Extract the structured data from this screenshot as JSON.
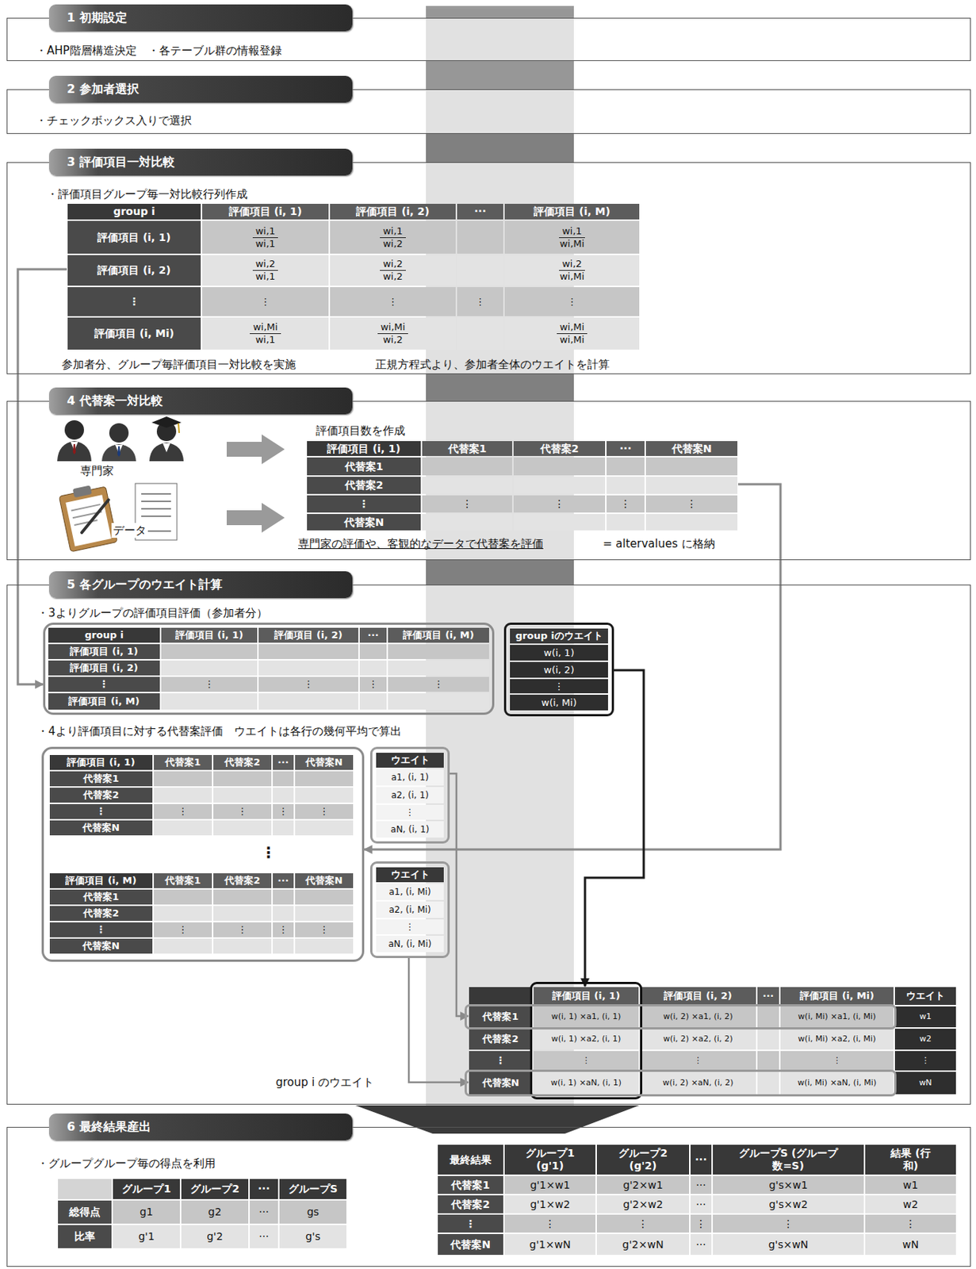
{
  "diagram": {
    "nodes": [
      {
        "text": [
          "1 初期設定",
          "・AHP階層構造決定",
          "・各テーブル群の情報登録"
        ]
      },
      {
        "text": [
          "2 参加者選択",
          "・チェックボックス入りで選択"
        ]
      },
      {
        "text": [
          "3 評価項目一対比較",
          "・評価項目グループ毎一対比較行列作成",
          "参加者分、グループ毎評価項目一対比較を実施",
          "正規方程式より、参加者全体のウエイトを計算"
        ]
      },
      {
        "text": [
          "group i",
          "評価項目 (i, 1)",
          "評価項目 (i, 2)",
          "···",
          "評価項目 (i, M)",
          "評価項目 (i, 1)",
          "wi,1",
          "wi,1",
          "wi,1",
          "wi,2",
          "wi,1",
          "wi,Mi",
          "評価項目 (i, 2)",
          "wi,2",
          "wi,1",
          "wi,2",
          "wi,2",
          "wi,2",
          "wi,Mi",
          "⋮",
          "⋮",
          "⋮",
          "⋮",
          "⋮",
          "評価項目 (i, Mi)",
          "wi,Mi",
          "wi,1",
          "wi,Mi",
          "wi,2",
          "wi,Mi",
          "wi,Mi"
        ],
        "in": 2
      },
      {
        "text": [
          "4 代替案一対比較",
          "評価項目数を作成",
          "専門家の評価や、客観的なデータで代替案を評価",
          "= altervalues に格納"
        ]
      },
      {
        "text": [
          "評価項目 (i, 1)",
          "代替案1",
          "代替案2",
          "···",
          "代替案N",
          "代替案1",
          "代替案2",
          "⋮",
          "⋮",
          "⋮",
          "⋮",
          "⋮",
          "代替案N"
        ],
        "in": 4
      },
      {
        "text": [
          "5 各グループのウエイト計算",
          "・3よりグループの評価項目評価（参加者分）",
          "・4より評価項目に対する代替案評価　ウエイトは各行の幾何平均で算出",
          "group i のウエイト"
        ]
      },
      {
        "text": [
          "group i",
          "評価項目 (i, 1)",
          "評価項目 (i, 2)",
          "···",
          "評価項目 (i, M)",
          "評価項目 (i, 1)",
          "評価項目 (i, 2)",
          "⋮",
          "⋮",
          "⋮",
          "⋮",
          "⋮",
          "評価項目 (i, M)"
        ],
        "in": 6
      },
      {
        "text": [
          "group iのウエイト",
          "w(i, 1)",
          "w(i, 2)",
          "⋮",
          "w(i, Mi)"
        ],
        "in": 6
      },
      {
        "text": [
          "⋮"
        ],
        "in": 6
      },
      {
        "text": [
          "評価項目 (i, 1)",
          "代替案1",
          "代替案2",
          "···",
          "代替案N",
          "代替案1",
          "代替案2",
          "⋮",
          "⋮",
          "⋮",
          "⋮",
          "⋮",
          "代替案N"
        ],
        "in": 9
      },
      {
        "text": [
          "ウエイト",
          "a1, (i, 1)",
          "a2, (i, 1)",
          "⋮",
          "aN, (i, 1)"
        ],
        "in": 6
      },
      {
        "text": [
          "評価項目 (i, M)",
          "代替案1",
          "代替案2",
          "···",
          "代替案N",
          "代替案1",
          "代替案2",
          "⋮",
          "⋮",
          "⋮",
          "⋮",
          "⋮",
          "代替案N"
        ],
        "in": 9
      },
      {
        "text": [
          "ウエイト",
          "a1, (i, Mi)",
          "a2, (i, Mi)",
          "⋮",
          "aN, (i, Mi)"
        ],
        "in": 6
      },
      {
        "text": [
          "評価項目 (i, 1)",
          "評価項目 (i, 2)",
          "···",
          "評価項目 (i, Mi)",
          "ウエイト",
          "代替案1",
          "w(i, 1) ×a1, (i, 1)",
          "w(i, 2) ×a1, (i, 2)",
          "w(i, Mi) ×a1, (i, Mi)",
          "w1",
          "代替案2",
          "w(i, 1) ×a2, (i, 1)",
          "w(i, 2) ×a2, (i, 2)",
          "w(i, Mi) ×a2, (i, Mi)",
          "w2",
          "⋮",
          "⋮",
          "⋮",
          "⋮",
          "⋮",
          "代替案N",
          "w(i, 1) ×aN, (i, 1)",
          "w(i, 2) ×aN, (i, 2)",
          "w(i, Mi) ×aN, (i, Mi)",
          "wN"
        ],
        "in": 6
      },
      {
        "text": [
          "6 最終結果産出",
          "・グループグループ毎の得点を利用"
        ]
      },
      {
        "text": [
          "グループ1",
          "グループ2",
          "···",
          "グループS",
          "総得点",
          "g1",
          "g2",
          "···",
          "gs",
          "比率",
          "g'1",
          "g'2",
          "···",
          "g's"
        ],
        "in": 15
      },
      {
        "text": [
          "最終結果",
          "グループ1 (g'1)",
          "グループ2 (g'2)",
          "···",
          "グループS (グループ数=S)",
          "結果 (行和)",
          "代替案1",
          "g'1×w1",
          "g'2×w1",
          "···",
          "g's×w1",
          "w1",
          "代替案2",
          "g'1×w2",
          "g'2×w2",
          "···",
          "g's×w2",
          "w2",
          "⋮",
          "⋮",
          "⋮",
          "⋮",
          "⋮",
          "⋮",
          "代替案N",
          "g'1×wN",
          "g'2×wN",
          "···",
          "g's×wN",
          "wN"
        ],
        "in": 15
      }
    ],
    "edges": [
      {
        "from": 3,
        "to": 7,
        "arrow": "to"
      },
      {
        "from": 5,
        "to": 9,
        "arrow": "to"
      },
      {
        "from": 8,
        "to": 14,
        "arrow": "to"
      },
      {
        "from": 11,
        "to": 14,
        "arrow": "to"
      },
      {
        "from": 13,
        "to": 14,
        "arrow": "to"
      }
    ],
    "labels": [
      "専門家",
      "データ"
    ]
  }
}
